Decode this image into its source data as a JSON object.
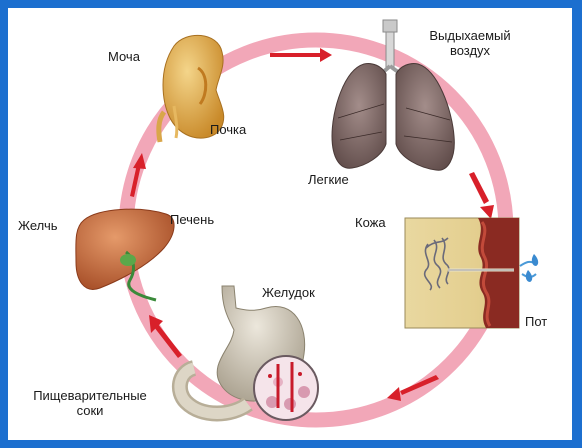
{
  "organs": {
    "kidney": "Почка",
    "lungs": "Легкие",
    "skin": "Кожа",
    "stomach": "Желудок",
    "liver": "Печень"
  },
  "outputs": {
    "urine": "Моча",
    "exhaled_air_1": "Выдыхаемый",
    "exhaled_air_2": "воздух",
    "sweat": "Пот",
    "bile": "Желчь",
    "digestive_juices_1": "Пищеварительные",
    "digestive_juices_2": "соки"
  },
  "colors": {
    "frame": "#1c6fcf",
    "ring": "#f2a7b8",
    "arrow": "#d8202a"
  }
}
